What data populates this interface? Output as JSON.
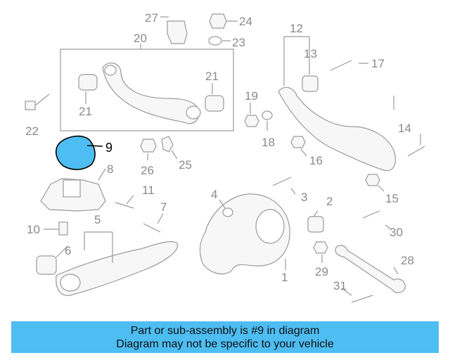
{
  "callouts": {
    "c1": "1",
    "c2": "2",
    "c3": "3",
    "c4": "4",
    "c5": "5",
    "c6": "6",
    "c7": "7",
    "c8": "8",
    "c9": "9",
    "c10": "10",
    "c11": "11",
    "c12": "12",
    "c13": "13",
    "c14": "14",
    "c15": "15",
    "c16": "16",
    "c17": "17",
    "c18": "18",
    "c19": "19",
    "c20": "20",
    "c21a": "21",
    "c21b": "21",
    "c22": "22",
    "c23": "23",
    "c24": "24",
    "c25": "25",
    "c26": "26",
    "c27": "27",
    "c28": "28",
    "c29": "29",
    "c30": "30",
    "c31": "31"
  },
  "highlight_color": "#4dbdf2",
  "banner": {
    "line1": "Part or sub-assembly is #9 in diagram",
    "line2": "Diagram may not be specific to your vehicle"
  }
}
